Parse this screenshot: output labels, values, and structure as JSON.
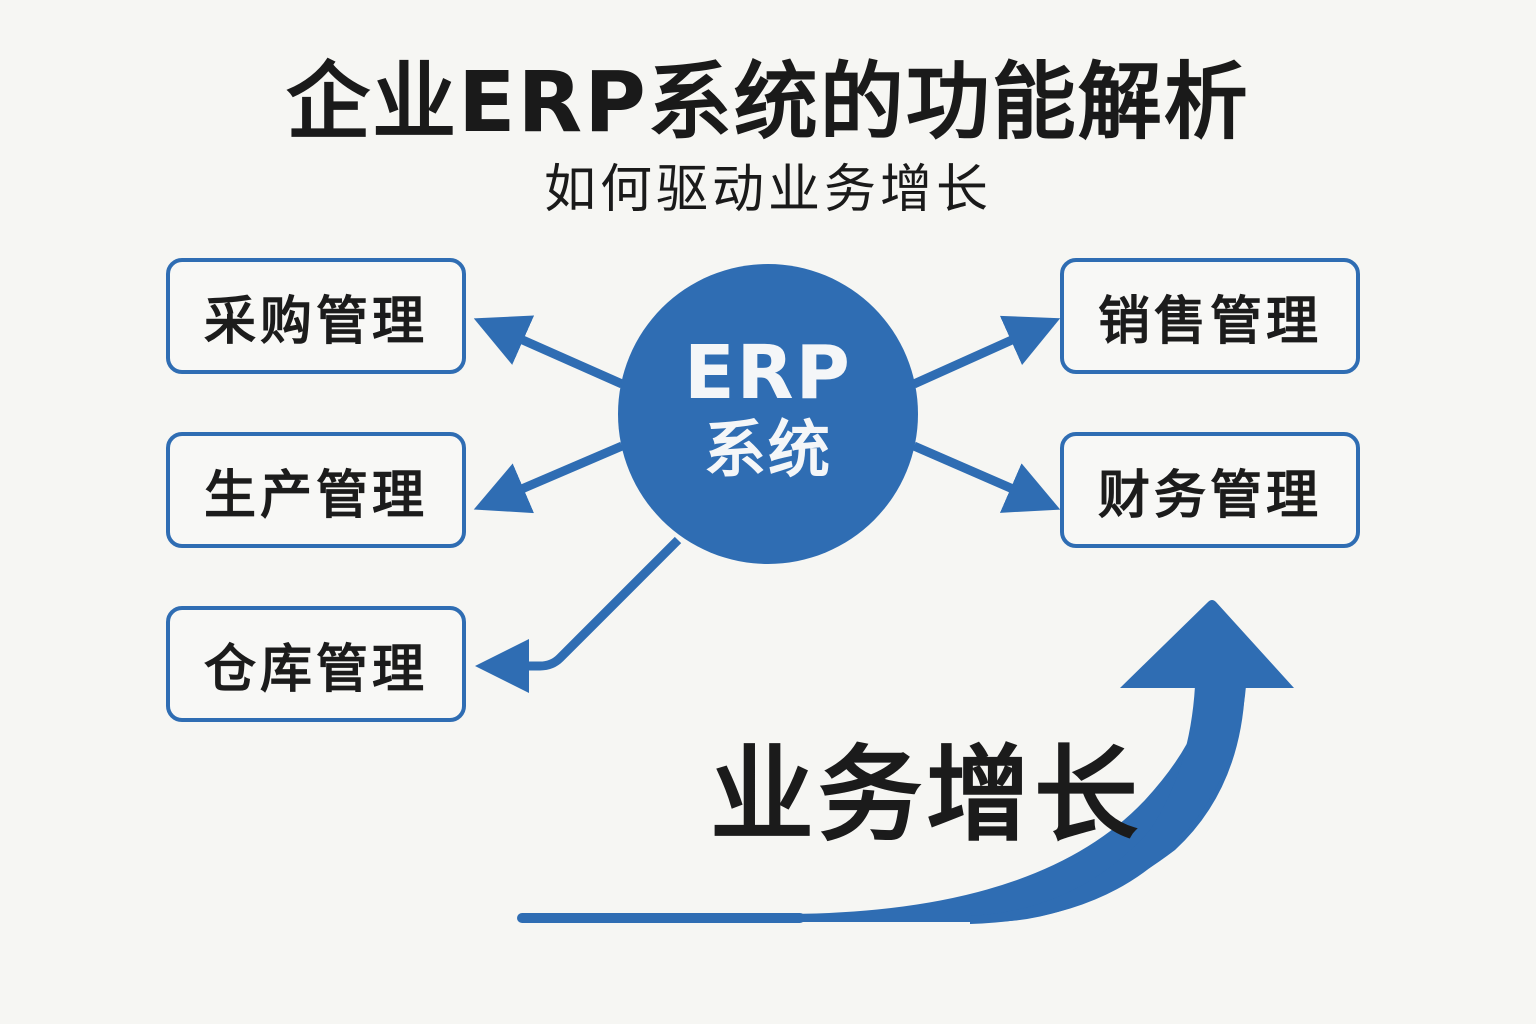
{
  "header": {
    "title": "企业ERP系统的功能解析",
    "subtitle": "如何驱动业务增长"
  },
  "hub": {
    "line1": "ERP",
    "line2": "系统"
  },
  "modules": {
    "left": [
      {
        "label": "采购管理"
      },
      {
        "label": "生产管理"
      },
      {
        "label": "仓库管理"
      }
    ],
    "right": [
      {
        "label": "销售管理"
      },
      {
        "label": "财务管理"
      }
    ]
  },
  "growth": {
    "label": "业务增长"
  },
  "colors": {
    "accent": "#2f6db3",
    "background": "#f6f6f3",
    "text": "#1a1a1a"
  }
}
